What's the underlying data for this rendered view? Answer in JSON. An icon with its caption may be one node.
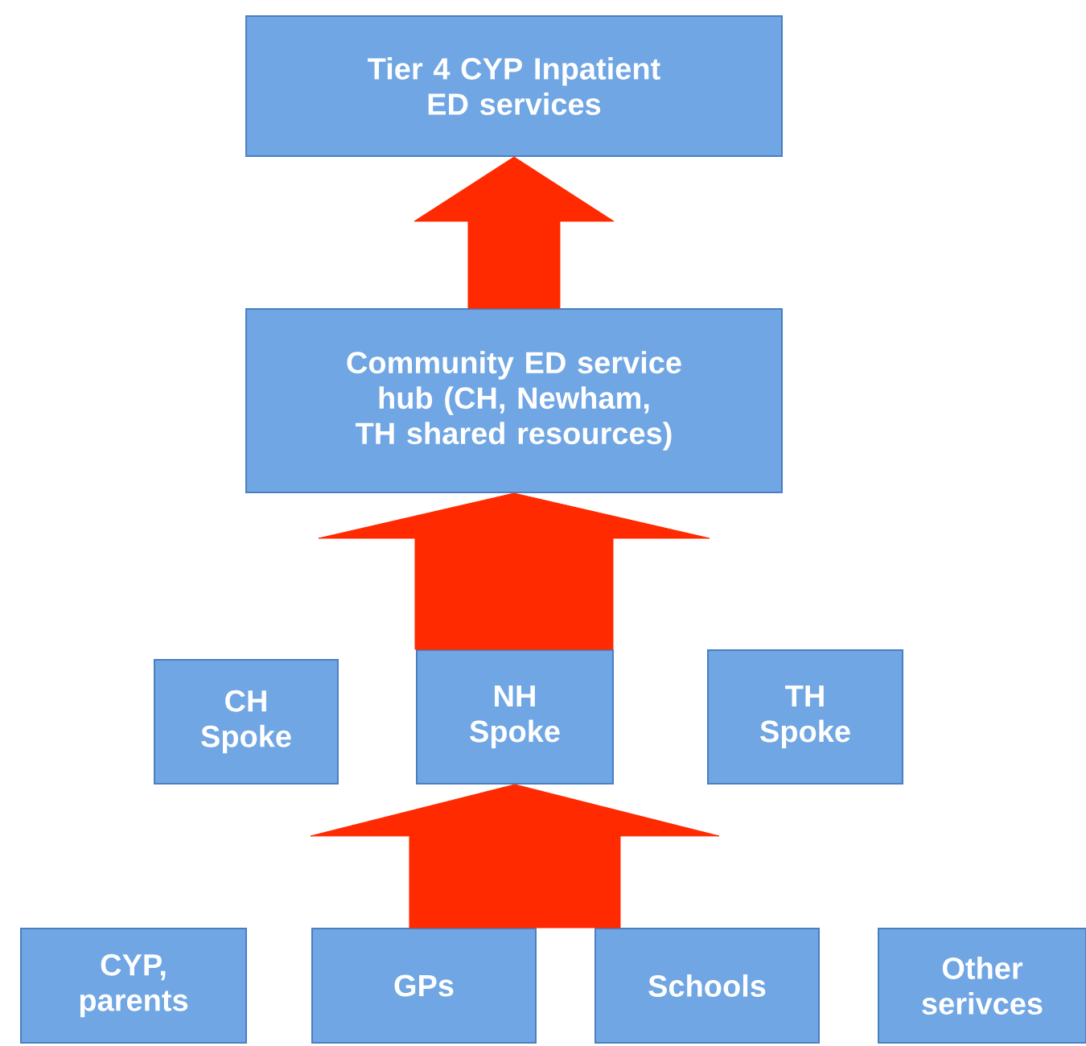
{
  "diagram": {
    "nodes": [
      {
        "text": [
          "Tier 4 CYP Inpatient ED services"
        ]
      },
      {
        "text": [
          "Community ED service hub (CH, Newham, TH shared resources)"
        ]
      },
      {
        "text": [
          "CH Spoke"
        ]
      },
      {
        "text": [
          "NH Spoke"
        ]
      },
      {
        "text": [
          "TH Spoke"
        ]
      },
      {
        "text": [
          "CYP, parents"
        ]
      },
      {
        "text": [
          "GPs"
        ]
      },
      {
        "text": [
          "Schools"
        ]
      },
      {
        "text": [
          "Other serivces"
        ]
      }
    ],
    "edges": [
      {
        "from": 1,
        "to": 0,
        "arrow": "to"
      },
      {
        "from": 3,
        "to": 1,
        "arrow": "to"
      },
      {
        "from": 6,
        "to": 3,
        "arrow": "to"
      }
    ]
  }
}
